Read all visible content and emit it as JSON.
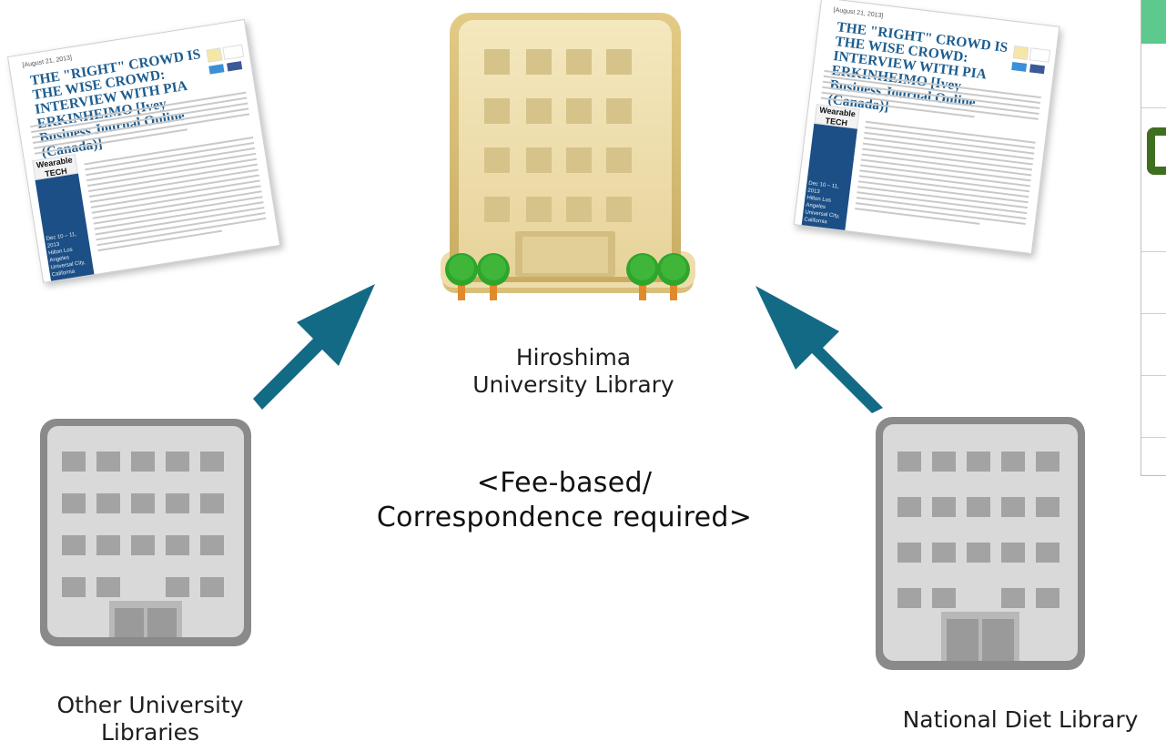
{
  "nodes": {
    "hiroshima": {
      "line1": "Hiroshima",
      "line2": "University Library"
    },
    "other": {
      "line1": "Other University",
      "line2": "Libraries"
    },
    "ndl": {
      "line1": "National Diet Library"
    }
  },
  "caption": {
    "line1": "<Fee-based/",
    "line2": "Correspondence required>"
  },
  "document": {
    "date": "[August 21, 2013]",
    "headline1": "THE \"RIGHT\" CROWD IS THE WISE CROWD:",
    "headline2": "INTERVIEW WITH PIA ERKINHEIMO [Ivey",
    "headline3": "Business Journal Online (Canada)]",
    "sidebar_logo": "Wearable TECH",
    "sidebar_text1": "Dec 10 – 11, 2013",
    "sidebar_text2": "Hilton Los Angeles",
    "sidebar_text3": "Universal City,",
    "sidebar_text4": "California"
  },
  "colors": {
    "arrow": "#136a85",
    "building_main": "#ead9a2",
    "building_gray": "#d9d9d9",
    "tree": "#2ea52b",
    "trunk": "#e08a2e",
    "panel_accent": "#5ec98d",
    "panel_dark": "#3f6e1e"
  }
}
